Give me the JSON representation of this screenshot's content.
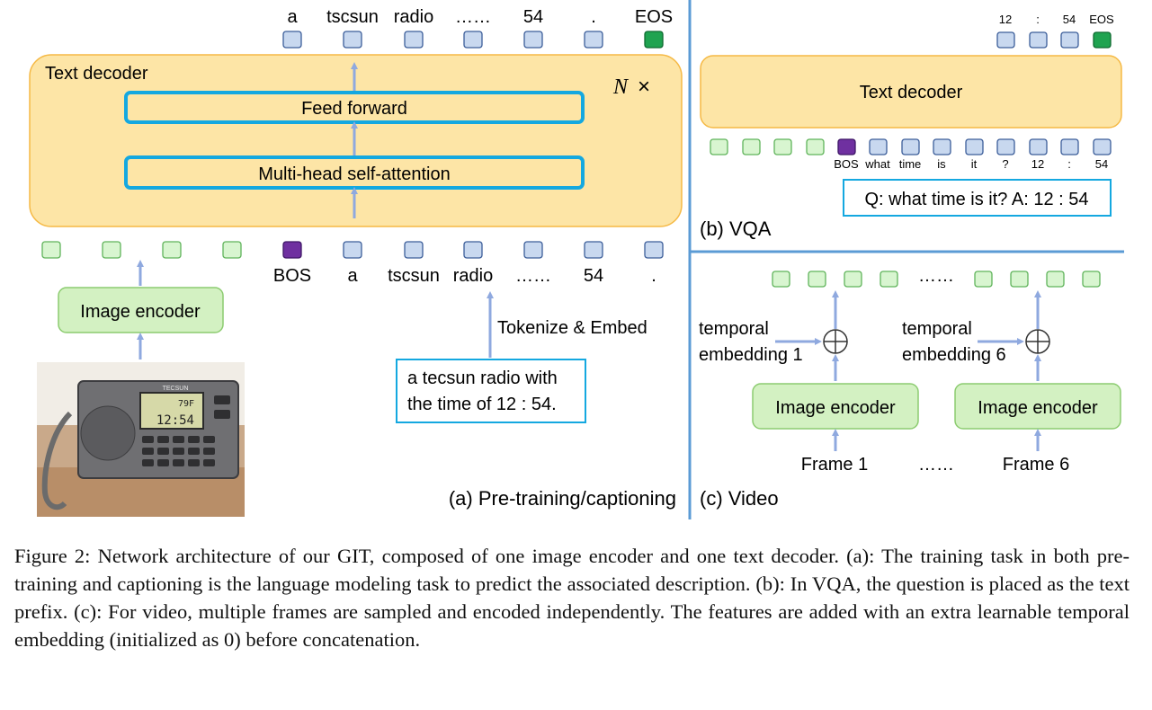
{
  "colors": {
    "decoder_fill": "#fde5a6",
    "decoder_stroke": "#f5b945",
    "block_stroke": "#14a8e0",
    "encoder_fill": "#d3f1c2",
    "encoder_stroke": "#8ccc70",
    "arrow": "#8fa9df",
    "divider": "#5b9bd5",
    "text_token_fill": "#c8d8ef",
    "text_token_stroke": "#3b5d99",
    "image_token_fill": "#d8f5d0",
    "image_token_stroke": "#5fb35a",
    "bos_fill": "#6f30a0",
    "eos_fill": "#1fa350"
  },
  "panel_a": {
    "output_tokens": [
      "a",
      "tscsun",
      "radio",
      "……",
      "54",
      ".",
      "EOS"
    ],
    "decoder_label": "Text decoder",
    "repeat_label": "N",
    "repeat_times": "×",
    "feed_forward": "Feed forward",
    "attention": "Multi-head self-attention",
    "input_tokens": [
      "BOS",
      "a",
      "tscsun",
      "radio",
      "……",
      "54",
      "."
    ],
    "image_encoder": "Image encoder",
    "tokenize_label": "Tokenize & Embed",
    "caption_line1": "a tecsun radio with",
    "caption_line2": "the time of 12 : 54.",
    "photo": {
      "brand": "TECSUN",
      "temp": "79F",
      "time": "12:54"
    },
    "panel_label": "(a) Pre-training/captioning"
  },
  "panel_b": {
    "output_tokens": [
      "12",
      ":",
      "54",
      "EOS"
    ],
    "decoder_label": "Text decoder",
    "input_tokens": [
      "BOS",
      "what",
      "time",
      "is",
      "it",
      "?",
      "12",
      ":",
      "54"
    ],
    "qa_text": "Q: what time is it? A: 12 : 54",
    "panel_label": "(b) VQA"
  },
  "panel_c": {
    "dots": "……",
    "temporal1_line1": "temporal",
    "temporal1_line2": "embedding 1",
    "temporal6_line1": "temporal",
    "temporal6_line2": "embedding 6",
    "encoder1": "Image encoder",
    "encoder6": "Image encoder",
    "frame1": "Frame 1",
    "frame6": "Frame 6",
    "frame_dots": "……",
    "panel_label": "(c) Video"
  },
  "caption": "Figure 2: Network architecture of our GIT, composed of one image encoder and one text decoder. (a): The training task in both pre-training and captioning is the language modeling task to predict the associated description. (b): In VQA, the question is placed as the text prefix. (c): For video, multiple frames are sampled and encoded independently. The features are added with an extra learnable temporal embedding (initialized as 0) before concatenation."
}
